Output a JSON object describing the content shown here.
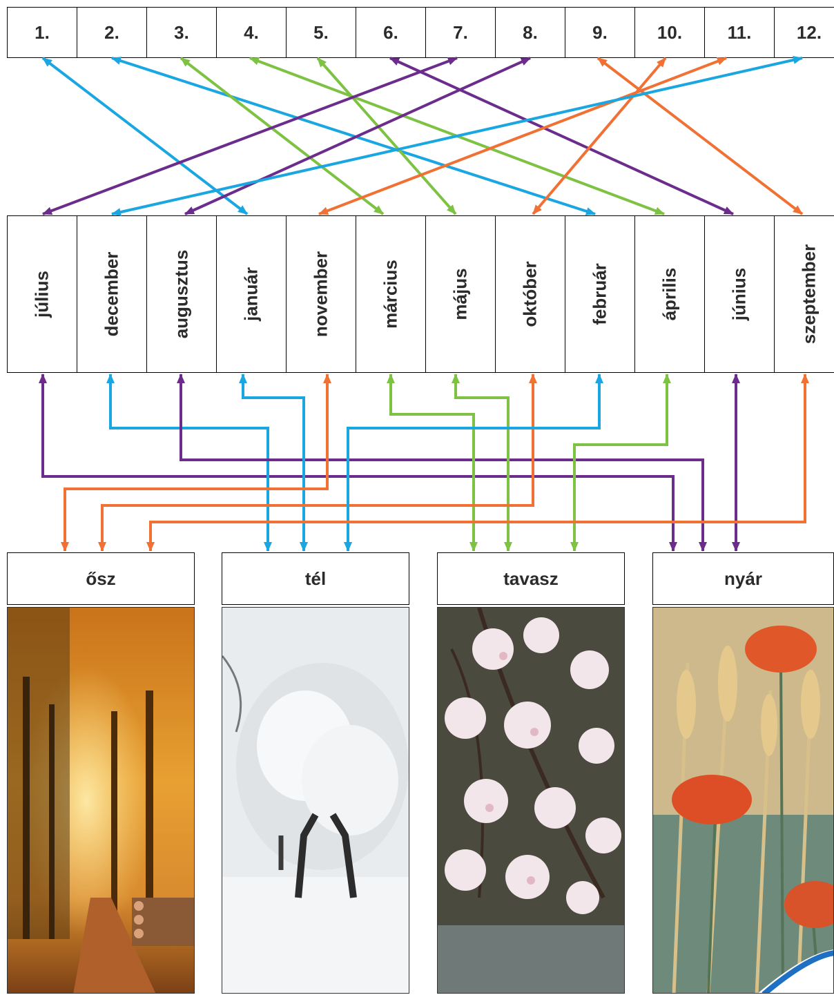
{
  "numbers": [
    "1.",
    "2.",
    "3.",
    "4.",
    "5.",
    "6.",
    "7.",
    "8.",
    "9.",
    "10.",
    "11.",
    "12."
  ],
  "months": [
    "július",
    "december",
    "augusztus",
    "január",
    "november",
    "március",
    "május",
    "október",
    "február",
    "április",
    "június",
    "szeptember"
  ],
  "seasons": [
    {
      "label": "ősz",
      "image": "autumn-forest-path"
    },
    {
      "label": "tél",
      "image": "snow-covered-tree"
    },
    {
      "label": "tavasz",
      "image": "cherry-blossom-branch"
    },
    {
      "label": "nyár",
      "image": "poppies-and-wheat"
    }
  ],
  "colors": {
    "winter": "#1AA6E0",
    "spring": "#7DC242",
    "summer": "#6B2C8C",
    "autumn": "#F07133"
  },
  "number_to_month": [
    {
      "number": "1.",
      "month": "január",
      "season": "winter"
    },
    {
      "number": "2.",
      "month": "február",
      "season": "winter"
    },
    {
      "number": "3.",
      "month": "március",
      "season": "spring"
    },
    {
      "number": "4.",
      "month": "április",
      "season": "spring"
    },
    {
      "number": "5.",
      "month": "május",
      "season": "spring"
    },
    {
      "number": "6.",
      "month": "június",
      "season": "summer"
    },
    {
      "number": "7.",
      "month": "július",
      "season": "summer"
    },
    {
      "number": "8.",
      "month": "augusztus",
      "season": "summer"
    },
    {
      "number": "9.",
      "month": "szeptember",
      "season": "autumn"
    },
    {
      "number": "10.",
      "month": "október",
      "season": "autumn"
    },
    {
      "number": "11.",
      "month": "november",
      "season": "autumn"
    },
    {
      "number": "12.",
      "month": "december",
      "season": "winter"
    }
  ],
  "month_to_season": [
    {
      "month": "július",
      "season": "nyár"
    },
    {
      "month": "december",
      "season": "tél"
    },
    {
      "month": "augusztus",
      "season": "nyár"
    },
    {
      "month": "január",
      "season": "tél"
    },
    {
      "month": "november",
      "season": "ősz"
    },
    {
      "month": "március",
      "season": "tavasz"
    },
    {
      "month": "május",
      "season": "tavasz"
    },
    {
      "month": "október",
      "season": "ősz"
    },
    {
      "month": "február",
      "season": "tél"
    },
    {
      "month": "április",
      "season": "tavasz"
    },
    {
      "month": "június",
      "season": "nyár"
    },
    {
      "month": "szeptember",
      "season": "ősz"
    }
  ]
}
